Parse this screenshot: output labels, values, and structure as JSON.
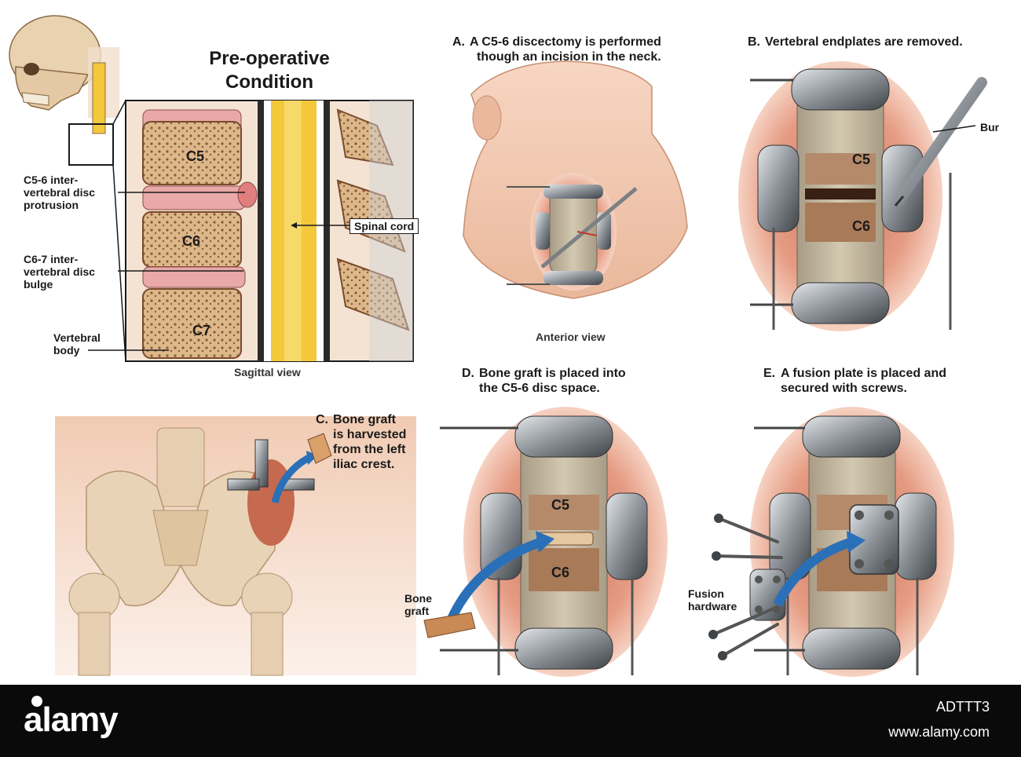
{
  "preop": {
    "title_line1": "Pre-operative",
    "title_line2": "Condition",
    "labels": {
      "c56_disc_l1": "C5-6 inter-",
      "c56_disc_l2": "vertebral disc",
      "c56_disc_l3": "protrusion",
      "c67_disc_l1": "C6-7 inter-",
      "c67_disc_l2": "vertebral disc",
      "c67_disc_l3": "bulge",
      "vbody_l1": "Vertebral",
      "vbody_l2": "body",
      "spinal_cord": "Spinal cord"
    },
    "vertebrae": [
      "C5",
      "C6",
      "C7"
    ],
    "caption": "Sagittal view"
  },
  "panelA": {
    "letter": "A.",
    "line1": "A C5-6 discectomy is performed",
    "line2": "though an incision in the neck.",
    "caption": "Anterior view"
  },
  "panelB": {
    "letter": "B.",
    "line1": "Vertebral endplates are removed.",
    "bur": "Bur",
    "vertebrae": [
      "C5",
      "C6"
    ]
  },
  "panelC": {
    "letter": "C.",
    "line1": "Bone graft",
    "line2": "is harvested",
    "line3": "from the left",
    "line4": "iliac crest."
  },
  "panelD": {
    "letter": "D.",
    "line1": "Bone graft is placed into",
    "line2": "the C5-6 disc space.",
    "graft_l1": "Bone",
    "graft_l2": "graft",
    "vertebrae": [
      "C5",
      "C6"
    ]
  },
  "panelE": {
    "letter": "E.",
    "line1": "A fusion plate is placed and",
    "line2": "secured with screws.",
    "hw_l1": "Fusion",
    "hw_l2": "hardware"
  },
  "footer": {
    "logo": "alamy",
    "image_id": "ADTTT3",
    "site": "www.alamy.com"
  },
  "colors": {
    "bone": "#d9b98a",
    "disc": "#e8a9a8",
    "cord": "#f3c83a",
    "tissue": "#e9a58c",
    "metal": "#8d9297",
    "arrow": "#2a70b8"
  }
}
